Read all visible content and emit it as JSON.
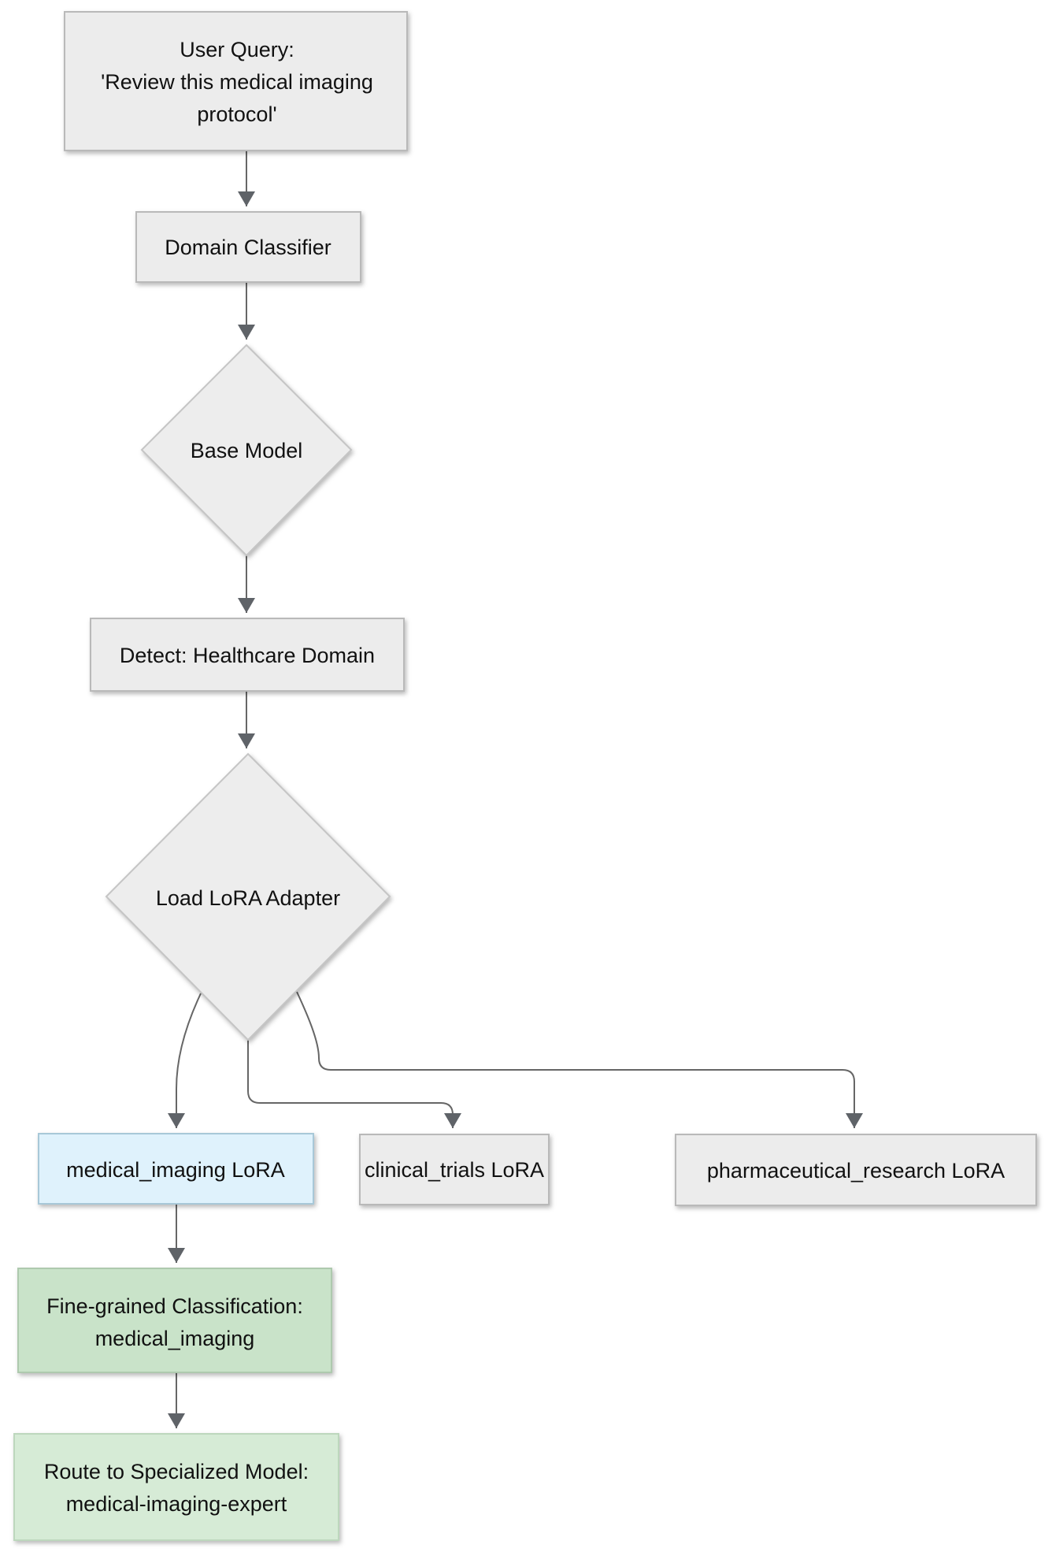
{
  "diagram": {
    "type": "flowchart",
    "direction": "top-down",
    "background": "#ffffff",
    "colors": {
      "default_node_fill": "#ececec",
      "default_node_border": "#b9b9b9",
      "highlight_blue_fill": "#dff2fc",
      "green_fill_primary": "#c9e3c9",
      "green_fill_secondary": "#d6ebd6",
      "edge_stroke": "#666666",
      "arrowhead_fill": "#5f6368",
      "text": "#111111"
    },
    "nodes": {
      "user_query": {
        "shape": "rectangle",
        "fill": "#ececec",
        "lines": [
          "User Query:",
          "'Review this medical imaging",
          "protocol'"
        ]
      },
      "domain_classifier": {
        "shape": "rectangle",
        "fill": "#ececec",
        "lines": [
          "Domain Classifier"
        ]
      },
      "base_model": {
        "shape": "diamond",
        "fill": "#ededed",
        "lines": [
          "Base Model"
        ]
      },
      "detect_healthcare": {
        "shape": "rectangle",
        "fill": "#ececec",
        "lines": [
          "Detect: Healthcare Domain"
        ]
      },
      "load_lora_adapter": {
        "shape": "diamond",
        "fill": "#ededed",
        "lines": [
          "Load LoRA Adapter"
        ]
      },
      "medical_imaging_lora": {
        "shape": "rectangle",
        "fill": "#dff2fc",
        "lines": [
          "medical_imaging LoRA"
        ]
      },
      "clinical_trials_lora": {
        "shape": "rectangle",
        "fill": "#ececec",
        "lines": [
          "clinical_trials LoRA"
        ]
      },
      "pharmaceutical_research_lora": {
        "shape": "rectangle",
        "fill": "#ececec",
        "lines": [
          "pharmaceutical_research LoRA"
        ]
      },
      "fine_grained_classification": {
        "shape": "rectangle",
        "fill": "#c9e3c9",
        "lines": [
          "Fine-grained Classification:",
          "medical_imaging"
        ]
      },
      "route_specialized_model": {
        "shape": "rectangle",
        "fill": "#d6ebd6",
        "lines": [
          "Route to Specialized Model:",
          "medical-imaging-expert"
        ]
      }
    },
    "edges": [
      {
        "from": "user_query",
        "to": "domain_classifier",
        "style": "arrow"
      },
      {
        "from": "domain_classifier",
        "to": "base_model",
        "style": "arrow"
      },
      {
        "from": "base_model",
        "to": "detect_healthcare",
        "style": "arrow"
      },
      {
        "from": "detect_healthcare",
        "to": "load_lora_adapter",
        "style": "arrow"
      },
      {
        "from": "load_lora_adapter",
        "to": "medical_imaging_lora",
        "style": "arrow"
      },
      {
        "from": "load_lora_adapter",
        "to": "clinical_trials_lora",
        "style": "arrow"
      },
      {
        "from": "load_lora_adapter",
        "to": "pharmaceutical_research_lora",
        "style": "arrow"
      },
      {
        "from": "medical_imaging_lora",
        "to": "fine_grained_classification",
        "style": "arrow"
      },
      {
        "from": "fine_grained_classification",
        "to": "route_specialized_model",
        "style": "arrow"
      }
    ]
  }
}
